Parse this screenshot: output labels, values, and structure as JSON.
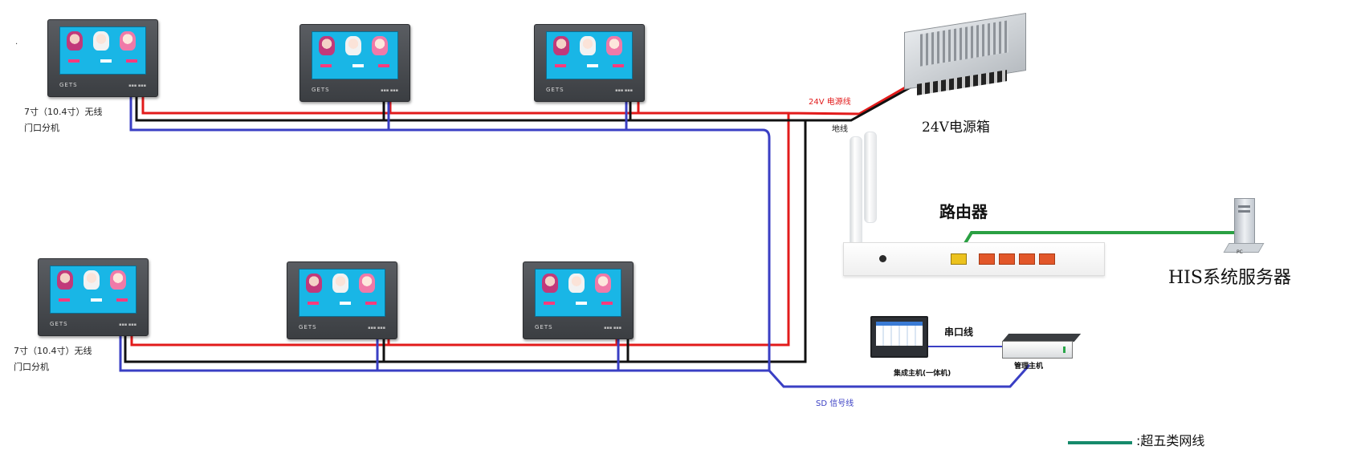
{
  "diagram": {
    "door_units": [
      {
        "id": "top-1",
        "brand": "GETS"
      },
      {
        "id": "top-2",
        "brand": "GETS"
      },
      {
        "id": "top-3",
        "brand": "GETS"
      },
      {
        "id": "bottom-1",
        "brand": "GETS"
      },
      {
        "id": "bottom-2",
        "brand": "GETS"
      },
      {
        "id": "bottom-3",
        "brand": "GETS"
      }
    ],
    "door_unit_label_top": {
      "line1": "7寸（10.4寸）无线",
      "line2": "门口分机"
    },
    "door_unit_label_bottom": {
      "line1": "7寸（10.4寸）无线",
      "line2": "门口分机"
    },
    "power_box_label": "24V电源箱",
    "power_line_label": "24V 电源线",
    "ground_line_label": "地线",
    "router_label": "路由器",
    "his_server_label": "HIS系统服务器",
    "pc_text": "PC",
    "serial_line_label": "串口线",
    "integrated_host_label": "集成主机(一体机)",
    "management_host_label": "管理主机",
    "signal_line_label": "SD 信号线",
    "legend": {
      "text": ":超五类网线",
      "color": "#168a6b"
    },
    "corner_mark": ".",
    "colors": {
      "power_line": "#e21b1b",
      "ground_line": "#111111",
      "signal_line": "#3a3fc4",
      "network_line": "#2aa043"
    }
  }
}
